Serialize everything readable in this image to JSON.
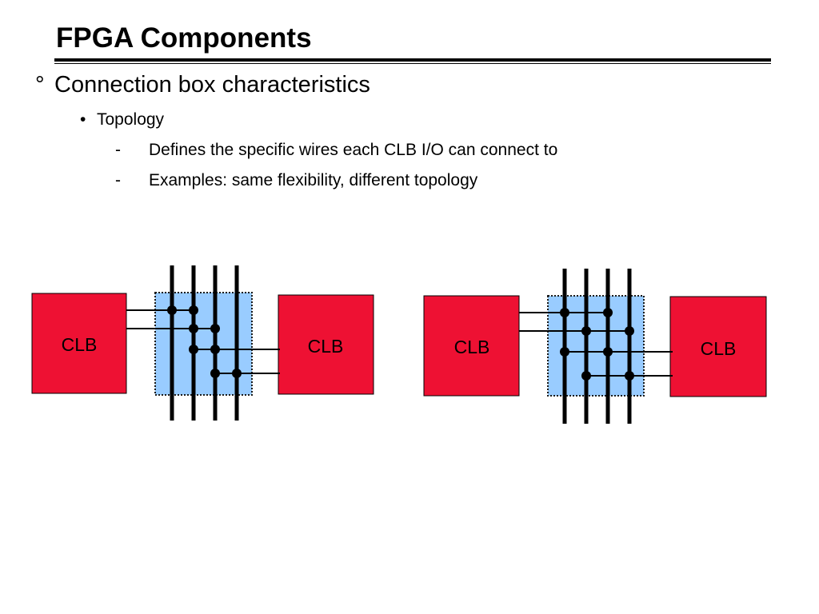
{
  "slide": {
    "title": "FPGA Components",
    "bullet_marker_l1": "°",
    "bullet_marker_l2": "•",
    "bullet_marker_l3": "-",
    "heading": "Connection box characteristics",
    "subheading": "Topology",
    "points": [
      "Defines the specific wires each CLB I/O can connect to",
      "Examples: same flexibility, different topology"
    ]
  },
  "diagrams": [
    {
      "left_block_label": "CLB",
      "right_block_label": "CLB"
    },
    {
      "left_block_label": "CLB",
      "right_block_label": "CLB"
    }
  ],
  "colors": {
    "clb_fill": "#ee1133",
    "connection_box_fill": "#99ccff",
    "wire": "#000000"
  }
}
